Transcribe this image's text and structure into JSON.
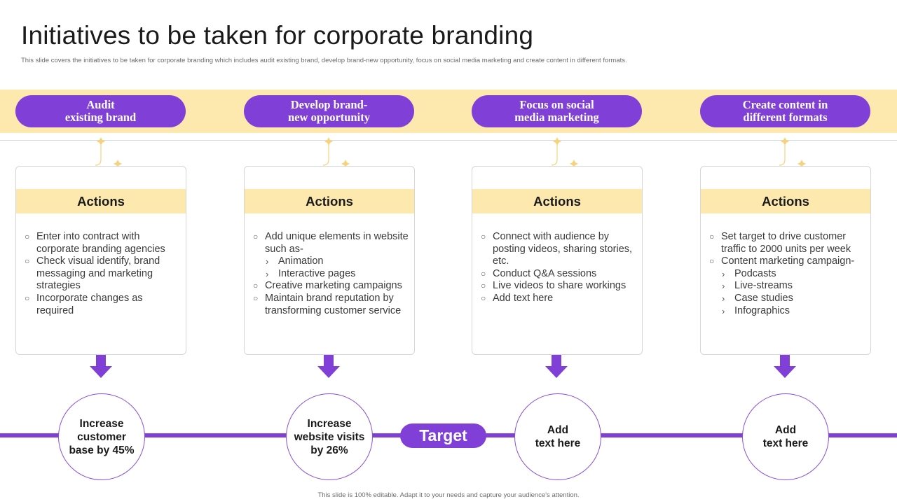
{
  "title": "Initiatives to be taken for corporate branding",
  "subtitle": "This slide covers the initiatives to be taken for corporate branding which includes audit existing brand, develop brand-new opportunity, focus on social media marketing and create content in different formats.",
  "colors": {
    "accent": "#8040d8",
    "band": "#fde9ae",
    "sparkle": "#f6d37a"
  },
  "columns": [
    {
      "heading": "Audit\nexisting brand",
      "actions_title": "Actions",
      "items": [
        {
          "text": "Enter into contract with corporate branding agencies",
          "level": 1
        },
        {
          "text": "Check visual identify, brand messaging and marketing strategies",
          "level": 1
        },
        {
          "text": "Incorporate changes as required",
          "level": 1
        }
      ],
      "result": "Increase\ncustomer\nbase by 45%"
    },
    {
      "heading": "Develop brand-\nnew opportunity",
      "actions_title": "Actions",
      "items": [
        {
          "text": "Add unique elements in website such as-",
          "level": 1
        },
        {
          "text": "Animation",
          "level": 2
        },
        {
          "text": "Interactive pages",
          "level": 2
        },
        {
          "text": "Creative marketing campaigns",
          "level": 1
        },
        {
          "text": "Maintain brand reputation by transforming customer service",
          "level": 1
        }
      ],
      "result": "Increase\nwebsite visits\nby 26%"
    },
    {
      "heading": "Focus on social\nmedia marketing",
      "actions_title": "Actions",
      "items": [
        {
          "text": "Connect with audience by posting videos, sharing stories, etc.",
          "level": 1
        },
        {
          "text": "Conduct Q&A sessions",
          "level": 1
        },
        {
          "text": "Live videos to share workings",
          "level": 1
        },
        {
          "text": "Add text here",
          "level": 1
        }
      ],
      "result": "Add\ntext here"
    },
    {
      "heading": "Create content in\ndifferent formats",
      "actions_title": "Actions",
      "items": [
        {
          "text": "Set target to drive customer traffic to 2000 units per week",
          "level": 1
        },
        {
          "text": "Content marketing campaign-",
          "level": 1
        },
        {
          "text": "Podcasts",
          "level": 2
        },
        {
          "text": "Live-streams",
          "level": 2
        },
        {
          "text": "Case studies",
          "level": 2
        },
        {
          "text": "Infographics",
          "level": 2
        }
      ],
      "result": "Add\ntext here"
    }
  ],
  "target_label": "Target",
  "footer": "This slide is 100% editable. Adapt it to your needs and capture your audience's attention."
}
